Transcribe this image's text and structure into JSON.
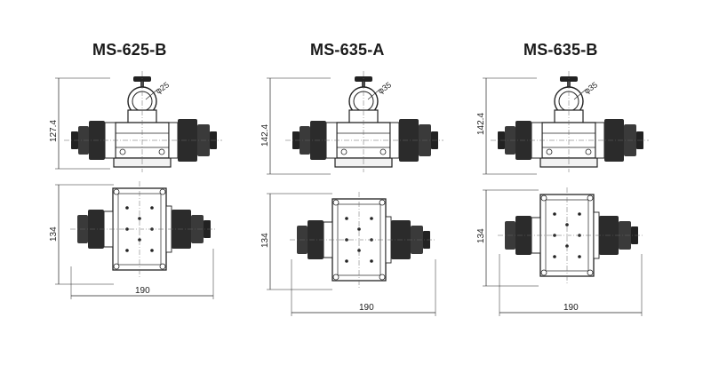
{
  "models": [
    {
      "name": "MS-625-B",
      "height_label": "127.4",
      "width_label": "134",
      "length_label": "190",
      "diameter_label": "φ25"
    },
    {
      "name": "MS-635-A",
      "height_label": "142.4",
      "width_label": "134",
      "length_label": "190",
      "diameter_label": "φ35"
    },
    {
      "name": "MS-635-B",
      "height_label": "142.4",
      "width_label": "134",
      "length_label": "190",
      "diameter_label": "φ35"
    }
  ]
}
